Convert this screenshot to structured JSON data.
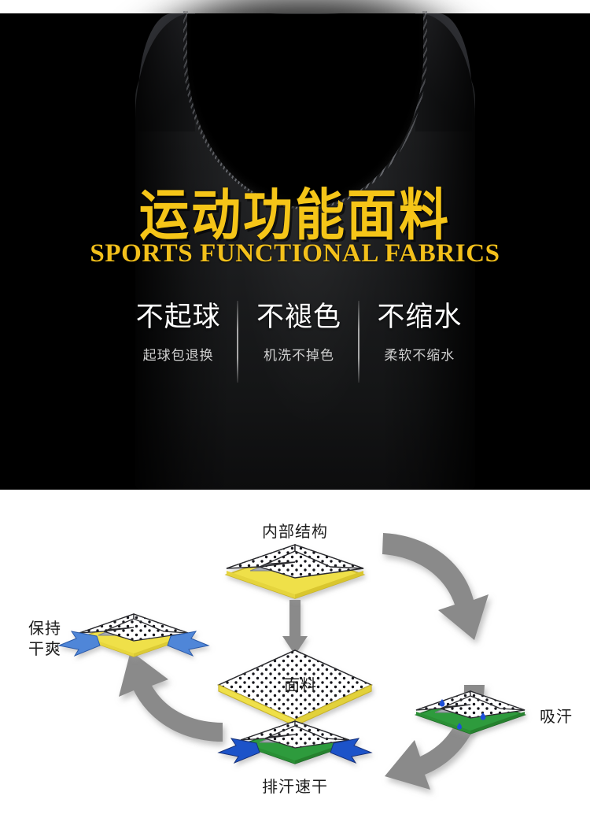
{
  "hero": {
    "title_zh": "运动功能面料",
    "title_en": "SPORTS FUNCTIONAL FABRICS",
    "title_color": "#F5C518",
    "background_color": "#000000",
    "product": "black sleeveless tank top",
    "features": [
      {
        "main": "不起球",
        "sub": "起球包退换"
      },
      {
        "main": "不褪色",
        "sub": "机洗不掉色"
      },
      {
        "main": "不缩水",
        "sub": "柔软不缩水"
      }
    ]
  },
  "diagram": {
    "background_color": "#FFFFFF",
    "arrow_color": "#888888",
    "nodes": [
      {
        "id": "inner-structure",
        "label": "内部结构",
        "label_position": "above",
        "base_color": "#EFE04A",
        "mid_color": "#A8ACB4",
        "top": "dotted-white",
        "droplets": false,
        "arrows": "none"
      },
      {
        "id": "fabric",
        "label": "面料",
        "label_position": "center",
        "base_color": "#EFE04A",
        "mid_color": "#FFFFFF",
        "top": "dotted-white",
        "droplets": false,
        "arrows": "none"
      },
      {
        "id": "absorb-sweat",
        "label": "吸汗",
        "label_position": "right",
        "base_color": "#2F9B3C",
        "mid_color": "#A8ACB4",
        "top": "dotted-white",
        "droplets": true,
        "arrows": "none"
      },
      {
        "id": "wick-quick-dry",
        "label": "排汗速干",
        "label_position": "below",
        "base_color": "#2F9B3C",
        "mid_color": "#A8ACB4",
        "top": "dotted-white",
        "droplets": false,
        "arrows": "outward-blue"
      },
      {
        "id": "stay-dry",
        "label": "保持\n干爽",
        "label_line1": "保持",
        "label_line2": "干爽",
        "label_position": "left",
        "base_color": "#EFE04A",
        "mid_color": "#A8ACB4",
        "top": "dotted-white",
        "droplets": false,
        "arrows": "outward-blue"
      }
    ],
    "flow_arrows": [
      {
        "id": "arrow-center-up",
        "from": "fabric",
        "to": "inner-structure",
        "shape": "straight-up"
      },
      {
        "id": "arrow-top-right",
        "from": "inner-structure",
        "to": "absorb-sweat",
        "shape": "curve-down-right"
      },
      {
        "id": "arrow-bottom-right",
        "from": "absorb-sweat",
        "to": "wick-quick-dry",
        "shape": "curve-down-left"
      },
      {
        "id": "arrow-bottom-left",
        "from": "wick-quick-dry",
        "to": "stay-dry",
        "shape": "curve-up-left"
      }
    ]
  }
}
